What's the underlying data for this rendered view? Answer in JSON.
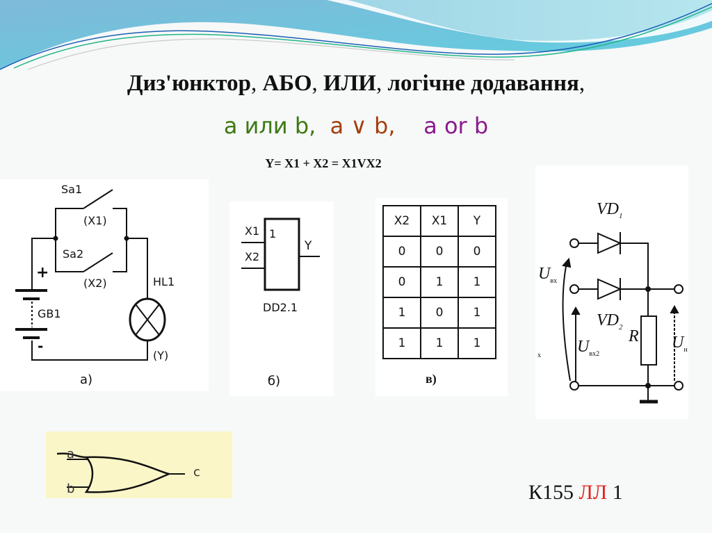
{
  "slide": {
    "title_parts": [
      {
        "text": "Диз'юнктор",
        "bold": true
      },
      {
        "text": ", ",
        "bold": false
      },
      {
        "text": "АБО",
        "bold": true
      },
      {
        "text": ", ",
        "bold": false
      },
      {
        "text": "ИЛИ",
        "bold": true
      },
      {
        "text": ", ",
        "bold": false
      },
      {
        "text": "логічне додавання",
        "bold": true
      },
      {
        "text": ",",
        "bold": false
      }
    ],
    "subtitle": {
      "part1": "a или b,",
      "part2": "a ∨ b,",
      "part3": "a or b",
      "colors": {
        "part1": "#3c7a12",
        "part2": "#a3400e",
        "part3": "#8a1a8e"
      }
    },
    "formula": "Y= X1 + X2 = X1VX2",
    "chip_label": {
      "prefix": "К155 ",
      "highlight": "ЛЛ",
      "suffix": " 1",
      "highlight_color": "#e0201c"
    }
  },
  "circuit_a": {
    "sa1": "Sa1",
    "x1": "(X1)",
    "sa2": "Sa2",
    "x2": "(X2)",
    "plus": "+",
    "minus": "-",
    "gb1": "GB1",
    "hl1": "HL1",
    "y": "(Y)",
    "caption": "а)"
  },
  "symbol_b": {
    "in1": "X1",
    "in2": "X2",
    "fn": "1",
    "out": "Y",
    "name": "DD2.1",
    "caption": "б)"
  },
  "truth_table": {
    "headers": [
      "X2",
      "X1",
      "Y"
    ],
    "rows": [
      [
        "0",
        "0",
        "0"
      ],
      [
        "0",
        "1",
        "1"
      ],
      [
        "1",
        "0",
        "1"
      ],
      [
        "1",
        "1",
        "1"
      ]
    ],
    "caption": "в)"
  },
  "diode_circuit": {
    "vd1": "VD",
    "vd1_sub": "1",
    "vd2": "VD",
    "vd2_sub": "2",
    "uin": "U",
    "uin_sub": "вх",
    "uin2": "U",
    "uin2_sub": "вх2",
    "r": "R",
    "uout": "U",
    "uout_sub": "н",
    "x": "x"
  },
  "or_gate": {
    "in_a": "a",
    "in_b": "b",
    "out": "c",
    "bg": "#fbf6c8"
  }
}
